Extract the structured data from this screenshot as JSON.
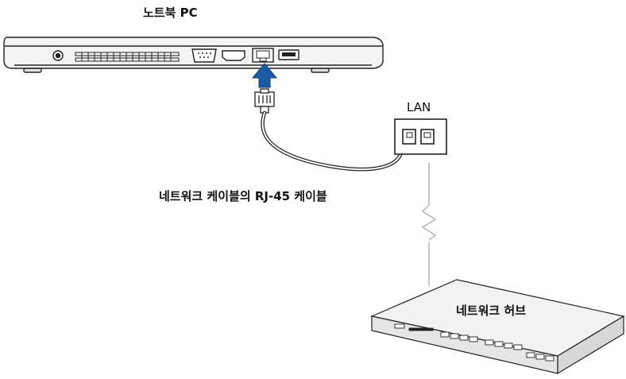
{
  "labels": {
    "laptop": "노트북 PC",
    "lan": "LAN",
    "cable": "네트워크 케이블의 RJ-45 케이블",
    "hub": "네트워크 허브"
  },
  "colors": {
    "arrow": "#1b5aa6",
    "line": "#222222",
    "body_fill": "#f4f4f4",
    "hub_fill": "#f2f2f2",
    "connector_line": "#b5b5b5"
  }
}
